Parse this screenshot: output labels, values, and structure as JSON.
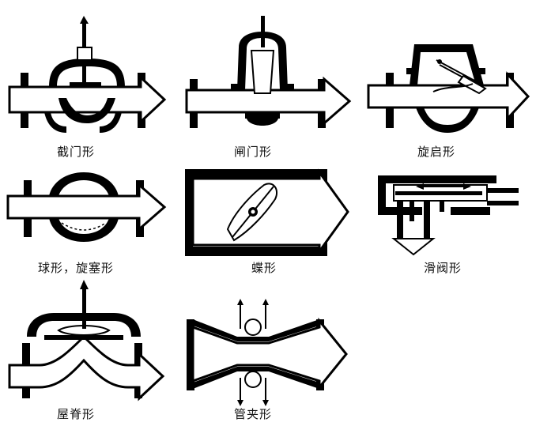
{
  "valve_types": [
    {
      "id": "globe",
      "label": "截门形"
    },
    {
      "id": "gate",
      "label": "闸门形"
    },
    {
      "id": "swing-check",
      "label": "旋启形"
    },
    {
      "id": "ball-plug",
      "label": "球形，旋塞形"
    },
    {
      "id": "butterfly",
      "label": "蝶形"
    },
    {
      "id": "slide",
      "label": "滑阀形"
    },
    {
      "id": "diaphragm",
      "label": "屋脊形"
    },
    {
      "id": "pinch",
      "label": "管夹形"
    }
  ]
}
